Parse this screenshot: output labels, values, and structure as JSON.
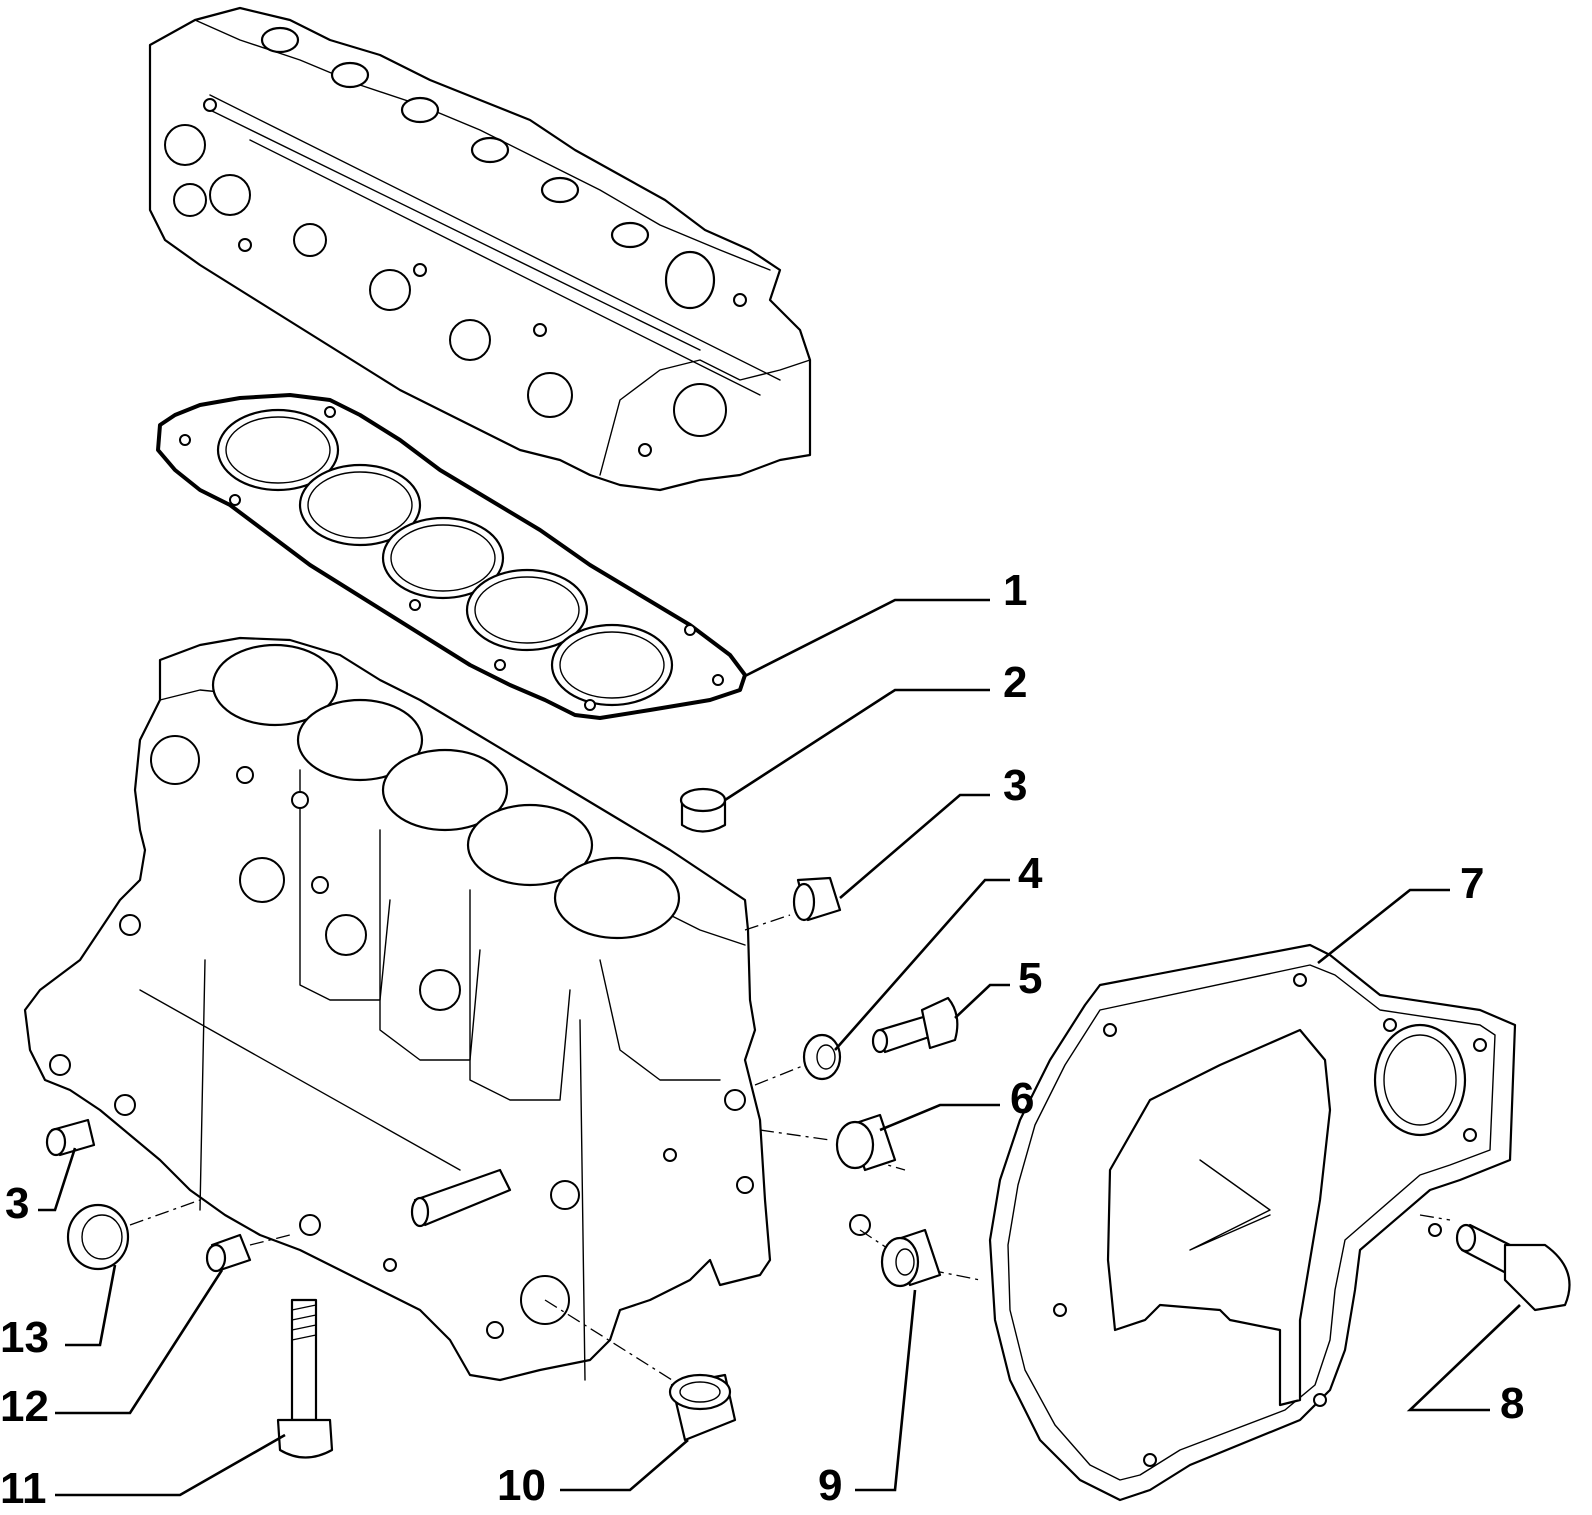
{
  "callouts": [
    {
      "id": "1",
      "label": "1"
    },
    {
      "id": "2",
      "label": "2"
    },
    {
      "id": "3a",
      "label": "3"
    },
    {
      "id": "4",
      "label": "4"
    },
    {
      "id": "5",
      "label": "5"
    },
    {
      "id": "6",
      "label": "6"
    },
    {
      "id": "7",
      "label": "7"
    },
    {
      "id": "8",
      "label": "8"
    },
    {
      "id": "9",
      "label": "9"
    },
    {
      "id": "10",
      "label": "10"
    },
    {
      "id": "11",
      "label": "11"
    },
    {
      "id": "12",
      "label": "12"
    },
    {
      "id": "13",
      "label": "13"
    },
    {
      "id": "3b",
      "label": "3"
    }
  ]
}
